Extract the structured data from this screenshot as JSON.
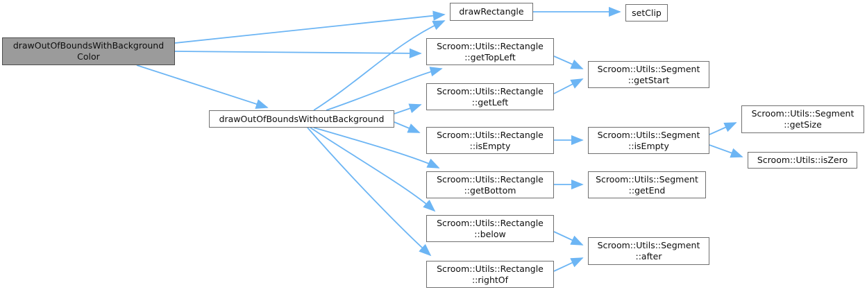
{
  "diagram": {
    "type": "doxygen-call-graph",
    "background_color": "#ffffff",
    "edge_color": "#6cb5f4",
    "focus_node_fill": "#9b9b9b",
    "node_fill": "#ffffff",
    "nodes": [
      {
        "id": "draw-out-of-bounds-with-background-color",
        "lines": [
          "drawOutOfBoundsWithBackground",
          "Color"
        ],
        "focus": true
      },
      {
        "id": "draw-out-of-bounds-without-background",
        "lines": [
          "drawOutOfBoundsWithoutBackground"
        ]
      },
      {
        "id": "draw-rectangle",
        "lines": [
          "drawRectangle"
        ]
      },
      {
        "id": "set-clip",
        "lines": [
          "setClip"
        ]
      },
      {
        "id": "rectangle-get-top-left",
        "lines": [
          "Scroom::Utils::Rectangle",
          "::getTopLeft"
        ]
      },
      {
        "id": "segment-get-start",
        "lines": [
          "Scroom::Utils::Segment",
          "::getStart"
        ]
      },
      {
        "id": "rectangle-get-left",
        "lines": [
          "Scroom::Utils::Rectangle",
          "::getLeft"
        ]
      },
      {
        "id": "rectangle-is-empty",
        "lines": [
          "Scroom::Utils::Rectangle",
          "::isEmpty"
        ]
      },
      {
        "id": "segment-is-empty",
        "lines": [
          "Scroom::Utils::Segment",
          "::isEmpty"
        ]
      },
      {
        "id": "segment-get-size",
        "lines": [
          "Scroom::Utils::Segment",
          "::getSize"
        ]
      },
      {
        "id": "utils-is-zero",
        "lines": [
          "Scroom::Utils::isZero"
        ]
      },
      {
        "id": "rectangle-get-bottom",
        "lines": [
          "Scroom::Utils::Rectangle",
          "::getBottom"
        ]
      },
      {
        "id": "segment-get-end",
        "lines": [
          "Scroom::Utils::Segment",
          "::getEnd"
        ]
      },
      {
        "id": "rectangle-below",
        "lines": [
          "Scroom::Utils::Rectangle",
          "::below"
        ]
      },
      {
        "id": "segment-after",
        "lines": [
          "Scroom::Utils::Segment",
          "::after"
        ]
      },
      {
        "id": "rectangle-right-of",
        "lines": [
          "Scroom::Utils::Rectangle",
          "::rightOf"
        ]
      }
    ],
    "edges": [
      {
        "from": "draw-out-of-bounds-with-background-color",
        "to": "draw-rectangle"
      },
      {
        "from": "draw-out-of-bounds-with-background-color",
        "to": "rectangle-get-top-left"
      },
      {
        "from": "draw-out-of-bounds-with-background-color",
        "to": "draw-out-of-bounds-without-background"
      },
      {
        "from": "draw-out-of-bounds-without-background",
        "to": "draw-rectangle"
      },
      {
        "from": "draw-out-of-bounds-without-background",
        "to": "rectangle-get-top-left"
      },
      {
        "from": "draw-out-of-bounds-without-background",
        "to": "rectangle-get-left"
      },
      {
        "from": "draw-out-of-bounds-without-background",
        "to": "rectangle-is-empty"
      },
      {
        "from": "draw-out-of-bounds-without-background",
        "to": "rectangle-get-bottom"
      },
      {
        "from": "draw-out-of-bounds-without-background",
        "to": "rectangle-below"
      },
      {
        "from": "draw-out-of-bounds-without-background",
        "to": "rectangle-right-of"
      },
      {
        "from": "draw-rectangle",
        "to": "set-clip"
      },
      {
        "from": "rectangle-get-top-left",
        "to": "segment-get-start"
      },
      {
        "from": "rectangle-get-left",
        "to": "segment-get-start"
      },
      {
        "from": "rectangle-is-empty",
        "to": "segment-is-empty"
      },
      {
        "from": "segment-is-empty",
        "to": "segment-get-size"
      },
      {
        "from": "segment-is-empty",
        "to": "utils-is-zero"
      },
      {
        "from": "rectangle-get-bottom",
        "to": "segment-get-end"
      },
      {
        "from": "rectangle-below",
        "to": "segment-after"
      },
      {
        "from": "rectangle-right-of",
        "to": "segment-after"
      }
    ]
  }
}
